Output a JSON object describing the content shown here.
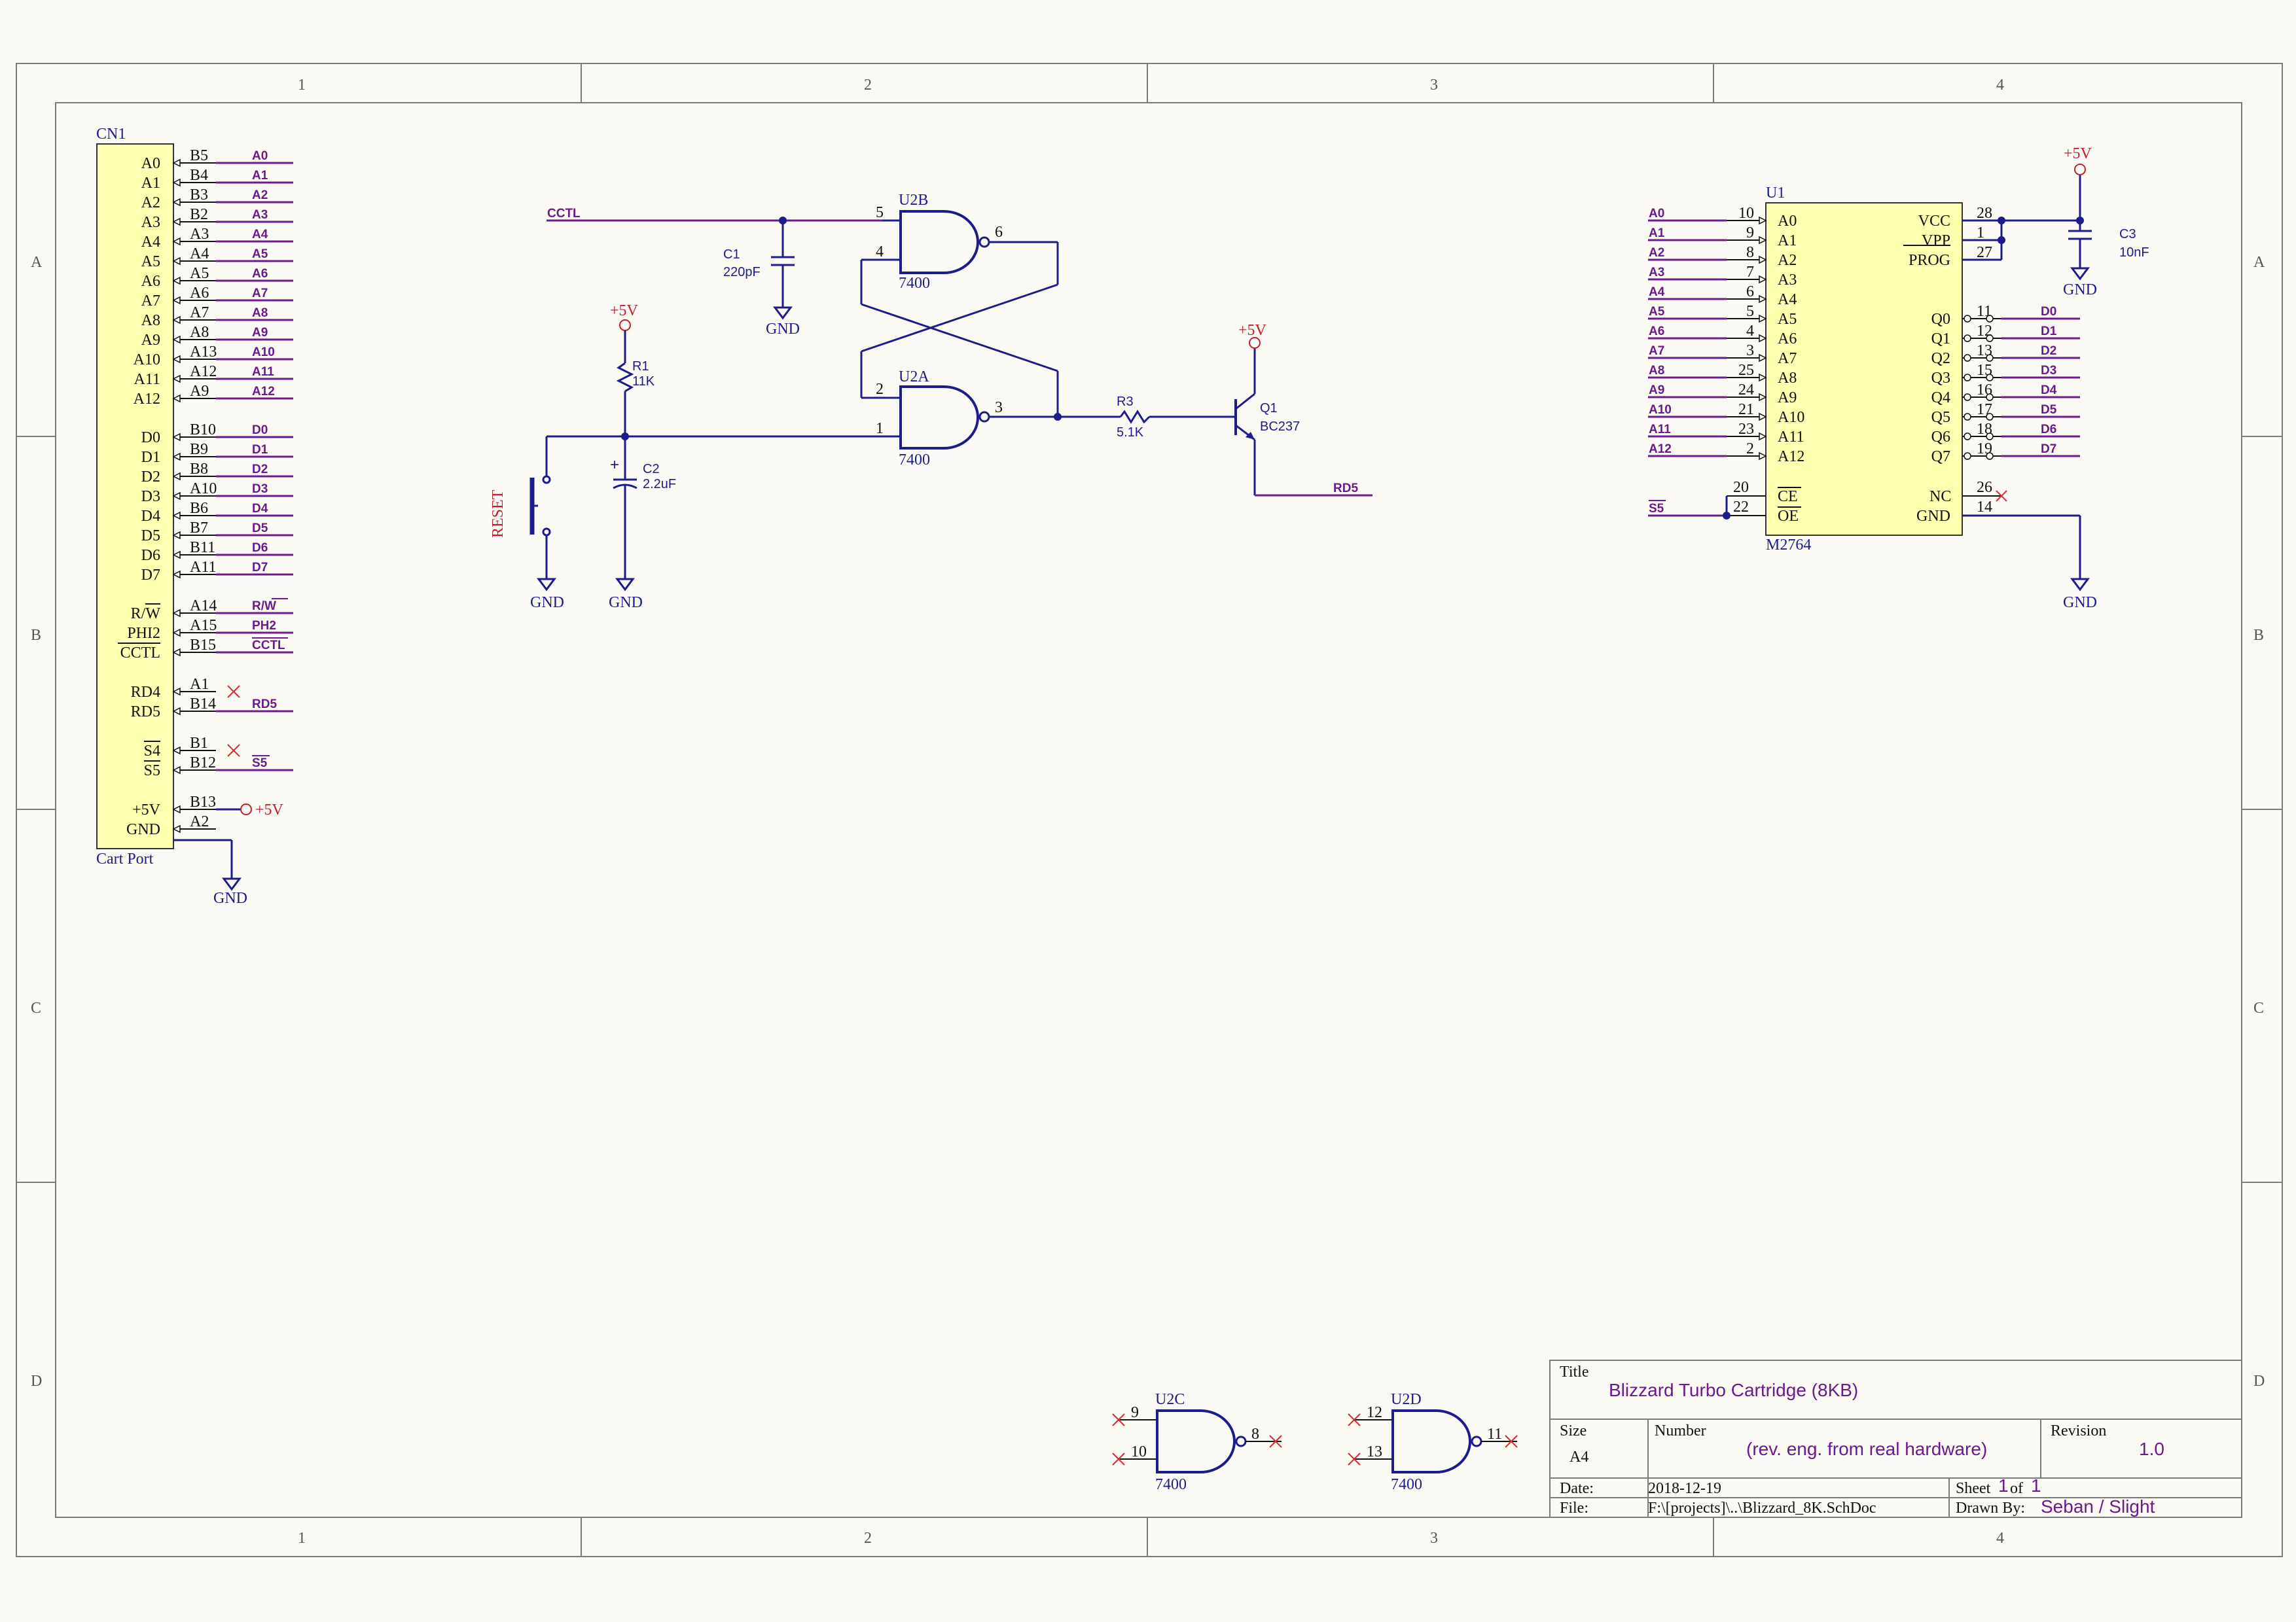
{
  "frame": {
    "cols": [
      "1",
      "2",
      "3",
      "4"
    ],
    "rows": [
      "A",
      "B",
      "C",
      "D"
    ]
  },
  "cn1": {
    "ref": "CN1",
    "name": "Cart Port",
    "addr": [
      {
        "label": "A0",
        "pin": "B5",
        "net": "A0"
      },
      {
        "label": "A1",
        "pin": "B4",
        "net": "A1"
      },
      {
        "label": "A2",
        "pin": "B3",
        "net": "A2"
      },
      {
        "label": "A3",
        "pin": "B2",
        "net": "A3"
      },
      {
        "label": "A4",
        "pin": "A3",
        "net": "A4"
      },
      {
        "label": "A5",
        "pin": "A4",
        "net": "A5"
      },
      {
        "label": "A6",
        "pin": "A5",
        "net": "A6"
      },
      {
        "label": "A7",
        "pin": "A6",
        "net": "A7"
      },
      {
        "label": "A8",
        "pin": "A7",
        "net": "A8"
      },
      {
        "label": "A9",
        "pin": "A8",
        "net": "A9"
      },
      {
        "label": "A10",
        "pin": "A13",
        "net": "A10"
      },
      {
        "label": "A11",
        "pin": "A12",
        "net": "A11"
      },
      {
        "label": "A12",
        "pin": "A9",
        "net": "A12"
      }
    ],
    "data": [
      {
        "label": "D0",
        "pin": "B10",
        "net": "D0"
      },
      {
        "label": "D1",
        "pin": "B9",
        "net": "D1"
      },
      {
        "label": "D2",
        "pin": "B8",
        "net": "D2"
      },
      {
        "label": "D3",
        "pin": "A10",
        "net": "D3"
      },
      {
        "label": "D4",
        "pin": "B6",
        "net": "D4"
      },
      {
        "label": "D5",
        "pin": "B7",
        "net": "D5"
      },
      {
        "label": "D6",
        "pin": "B11",
        "net": "D6"
      },
      {
        "label": "D7",
        "pin": "A11",
        "net": "D7"
      }
    ],
    "ctrl": [
      {
        "label": "R/W",
        "pin": "A14",
        "net": "R/W"
      },
      {
        "label": "PHI2",
        "pin": "A15",
        "net": "PH2"
      },
      {
        "label": "CCTL",
        "pin": "B15",
        "net": "CCTL"
      }
    ],
    "rd": [
      {
        "label": "RD4",
        "pin": "A1",
        "net": ""
      },
      {
        "label": "RD5",
        "pin": "B14",
        "net": "RD5"
      }
    ],
    "s": [
      {
        "label": "S4",
        "pin": "B1",
        "net": ""
      },
      {
        "label": "S5",
        "pin": "B12",
        "net": "S5"
      }
    ],
    "pwr": [
      {
        "label": "+5V",
        "pin": "B13",
        "net": "+5V"
      },
      {
        "label": "GND",
        "pin": "A2",
        "net": ""
      }
    ],
    "gnd": "GND"
  },
  "reset": {
    "cctl": "CCTL",
    "c1": {
      "ref": "C1",
      "val": "220pF"
    },
    "gnd_c1": "GND",
    "u2b": {
      "ref": "U2B",
      "part": "7400",
      "p_in1": "5",
      "p_in2": "4",
      "p_out": "6"
    },
    "u2a": {
      "ref": "U2A",
      "part": "7400",
      "p_in1": "2",
      "p_in2": "1",
      "p_out": "3"
    },
    "vcc_r1": "+5V",
    "r1": {
      "ref": "R1",
      "val": "11K"
    },
    "c2": {
      "ref": "C2",
      "val": "2.2uF"
    },
    "btn": "RESET",
    "gnd_btn": "GND",
    "gnd_c2": "GND",
    "r3": {
      "ref": "R3",
      "val": "5.1K"
    },
    "q1": {
      "ref": "Q1",
      "val": "BC237"
    },
    "vcc_q1": "+5V",
    "rd5": "RD5"
  },
  "u1": {
    "ref": "U1",
    "part": "M2764",
    "left": [
      {
        "label": "A0",
        "pin": "10",
        "net": "A0"
      },
      {
        "label": "A1",
        "pin": "9",
        "net": "A1"
      },
      {
        "label": "A2",
        "pin": "8",
        "net": "A2"
      },
      {
        "label": "A3",
        "pin": "7",
        "net": "A3"
      },
      {
        "label": "A4",
        "pin": "6",
        "net": "A4"
      },
      {
        "label": "A5",
        "pin": "5",
        "net": "A5"
      },
      {
        "label": "A6",
        "pin": "4",
        "net": "A6"
      },
      {
        "label": "A7",
        "pin": "3",
        "net": "A7"
      },
      {
        "label": "A8",
        "pin": "25",
        "net": "A8"
      },
      {
        "label": "A9",
        "pin": "24",
        "net": "A9"
      },
      {
        "label": "A10",
        "pin": "21",
        "net": "A10"
      },
      {
        "label": "A11",
        "pin": "23",
        "net": "A11"
      },
      {
        "label": "A12",
        "pin": "2",
        "net": "A12"
      }
    ],
    "ce": {
      "label": "CE",
      "pin": "20"
    },
    "oe": {
      "label": "OE",
      "pin": "22"
    },
    "s5": "S5",
    "pwr": [
      {
        "label": "VCC",
        "pin": "28"
      },
      {
        "label": "VPP",
        "pin": "1"
      },
      {
        "label": "PROG",
        "pin": "27"
      }
    ],
    "q": [
      {
        "label": "Q0",
        "pin": "11",
        "net": "D0"
      },
      {
        "label": "Q1",
        "pin": "12",
        "net": "D1"
      },
      {
        "label": "Q2",
        "pin": "13",
        "net": "D2"
      },
      {
        "label": "Q3",
        "pin": "15",
        "net": "D3"
      },
      {
        "label": "Q4",
        "pin": "16",
        "net": "D4"
      },
      {
        "label": "Q5",
        "pin": "17",
        "net": "D5"
      },
      {
        "label": "Q6",
        "pin": "18",
        "net": "D6"
      },
      {
        "label": "Q7",
        "pin": "19",
        "net": "D7"
      }
    ],
    "nc": {
      "label": "NC",
      "pin": "26"
    },
    "gnd": {
      "label": "GND",
      "pin": "14"
    },
    "vcc": "+5V",
    "c3": {
      "ref": "C3",
      "val": "10nF"
    },
    "gnd_c3": "GND",
    "gnd_u1": "GND"
  },
  "spare": [
    {
      "ref": "U2C",
      "part": "7400",
      "p1": "9",
      "p2": "10",
      "po": "8"
    },
    {
      "ref": "U2D",
      "part": "7400",
      "p1": "12",
      "p2": "13",
      "po": "11"
    }
  ],
  "titleblock": {
    "title_lbl": "Title",
    "title": "Blizzard Turbo Cartridge (8KB)",
    "size_lbl": "Size",
    "size": "A4",
    "number_lbl": "Number",
    "number": "(rev. eng. from real hardware)",
    "rev_lbl": "Revision",
    "rev": "1.0",
    "date_lbl": "Date:",
    "date": "2018-12-19",
    "sheet_lbl": "Sheet",
    "sheet_of": "of",
    "sheet_no": "1",
    "sheet_tot": "1",
    "file_lbl": "File:",
    "file": "F:\\[projects]\\..\\Blizzard_8K.SchDoc",
    "drawn_lbl": "Drawn By:",
    "drawn": "Seban / Slight"
  }
}
